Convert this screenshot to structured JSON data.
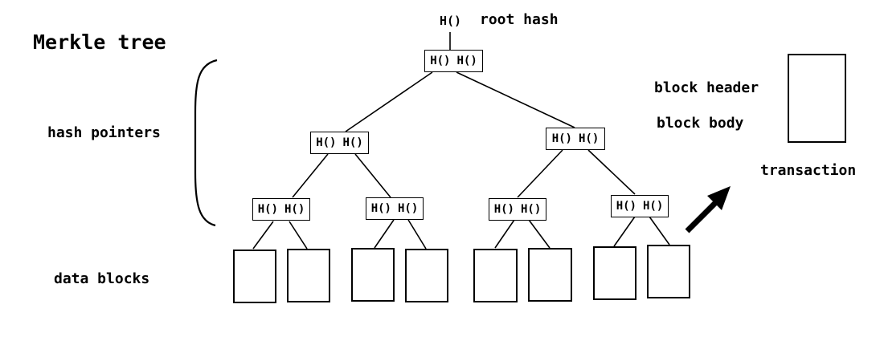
{
  "title": "Merkle tree",
  "labels": {
    "root_hash_fn": "H()",
    "root_hash": "root hash",
    "hash_pointers": "hash pointers",
    "data_blocks": "data blocks",
    "block_header": "block header",
    "block_body": "block body",
    "transaction": "transaction"
  },
  "node_cell": "H()",
  "colors": {
    "line": "#000000",
    "background": "#ffffff"
  }
}
